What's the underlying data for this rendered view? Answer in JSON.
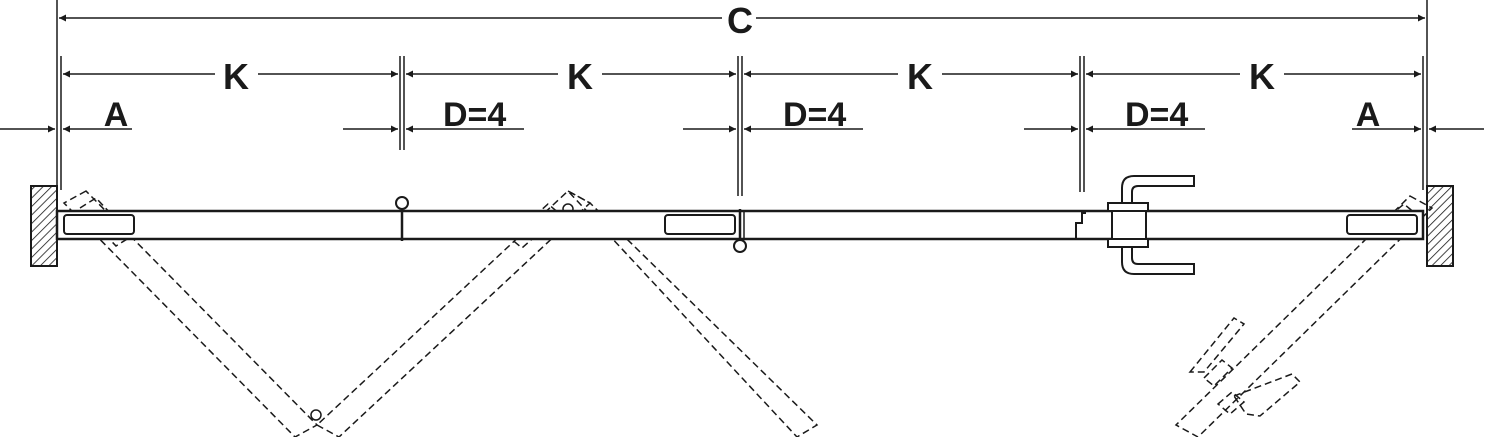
{
  "diagram": {
    "labels": {
      "overall": "C",
      "panel": "K",
      "edge": "A",
      "gap": "D=4"
    },
    "colors": {
      "line": "#1a1a1a",
      "wall_hatch": "#1a1a1a",
      "background": "#ffffff"
    }
  }
}
